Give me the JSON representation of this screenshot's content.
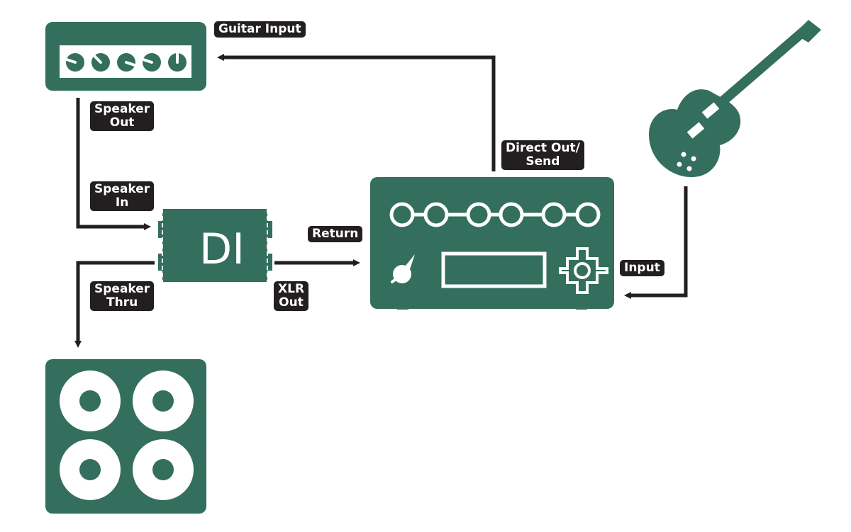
{
  "colors": {
    "device_green": "#336f5c",
    "arrow": "#231f20",
    "label_bg": "#231f20",
    "label_text": "#ffffff",
    "background": "#ffffff"
  },
  "icons": {
    "amp_head": "amplifier-head-icon",
    "di_box": "di-box-icon",
    "processor": "amp-modeler-processor-icon",
    "guitar": "electric-guitar-icon",
    "speaker_cabinet": "speaker-cabinet-icon"
  },
  "di_box": {
    "text": "DI"
  },
  "labels": {
    "guitar_input": "Guitar Input",
    "speaker_out": [
      "Speaker",
      "Out"
    ],
    "speaker_in": [
      "Speaker",
      "In"
    ],
    "speaker_thru": [
      "Speaker",
      "Thru"
    ],
    "direct_out_send": [
      "Direct Out/",
      "Send"
    ],
    "return": "Return",
    "xlr_out": [
      "XLR",
      "Out"
    ],
    "input": "Input"
  }
}
